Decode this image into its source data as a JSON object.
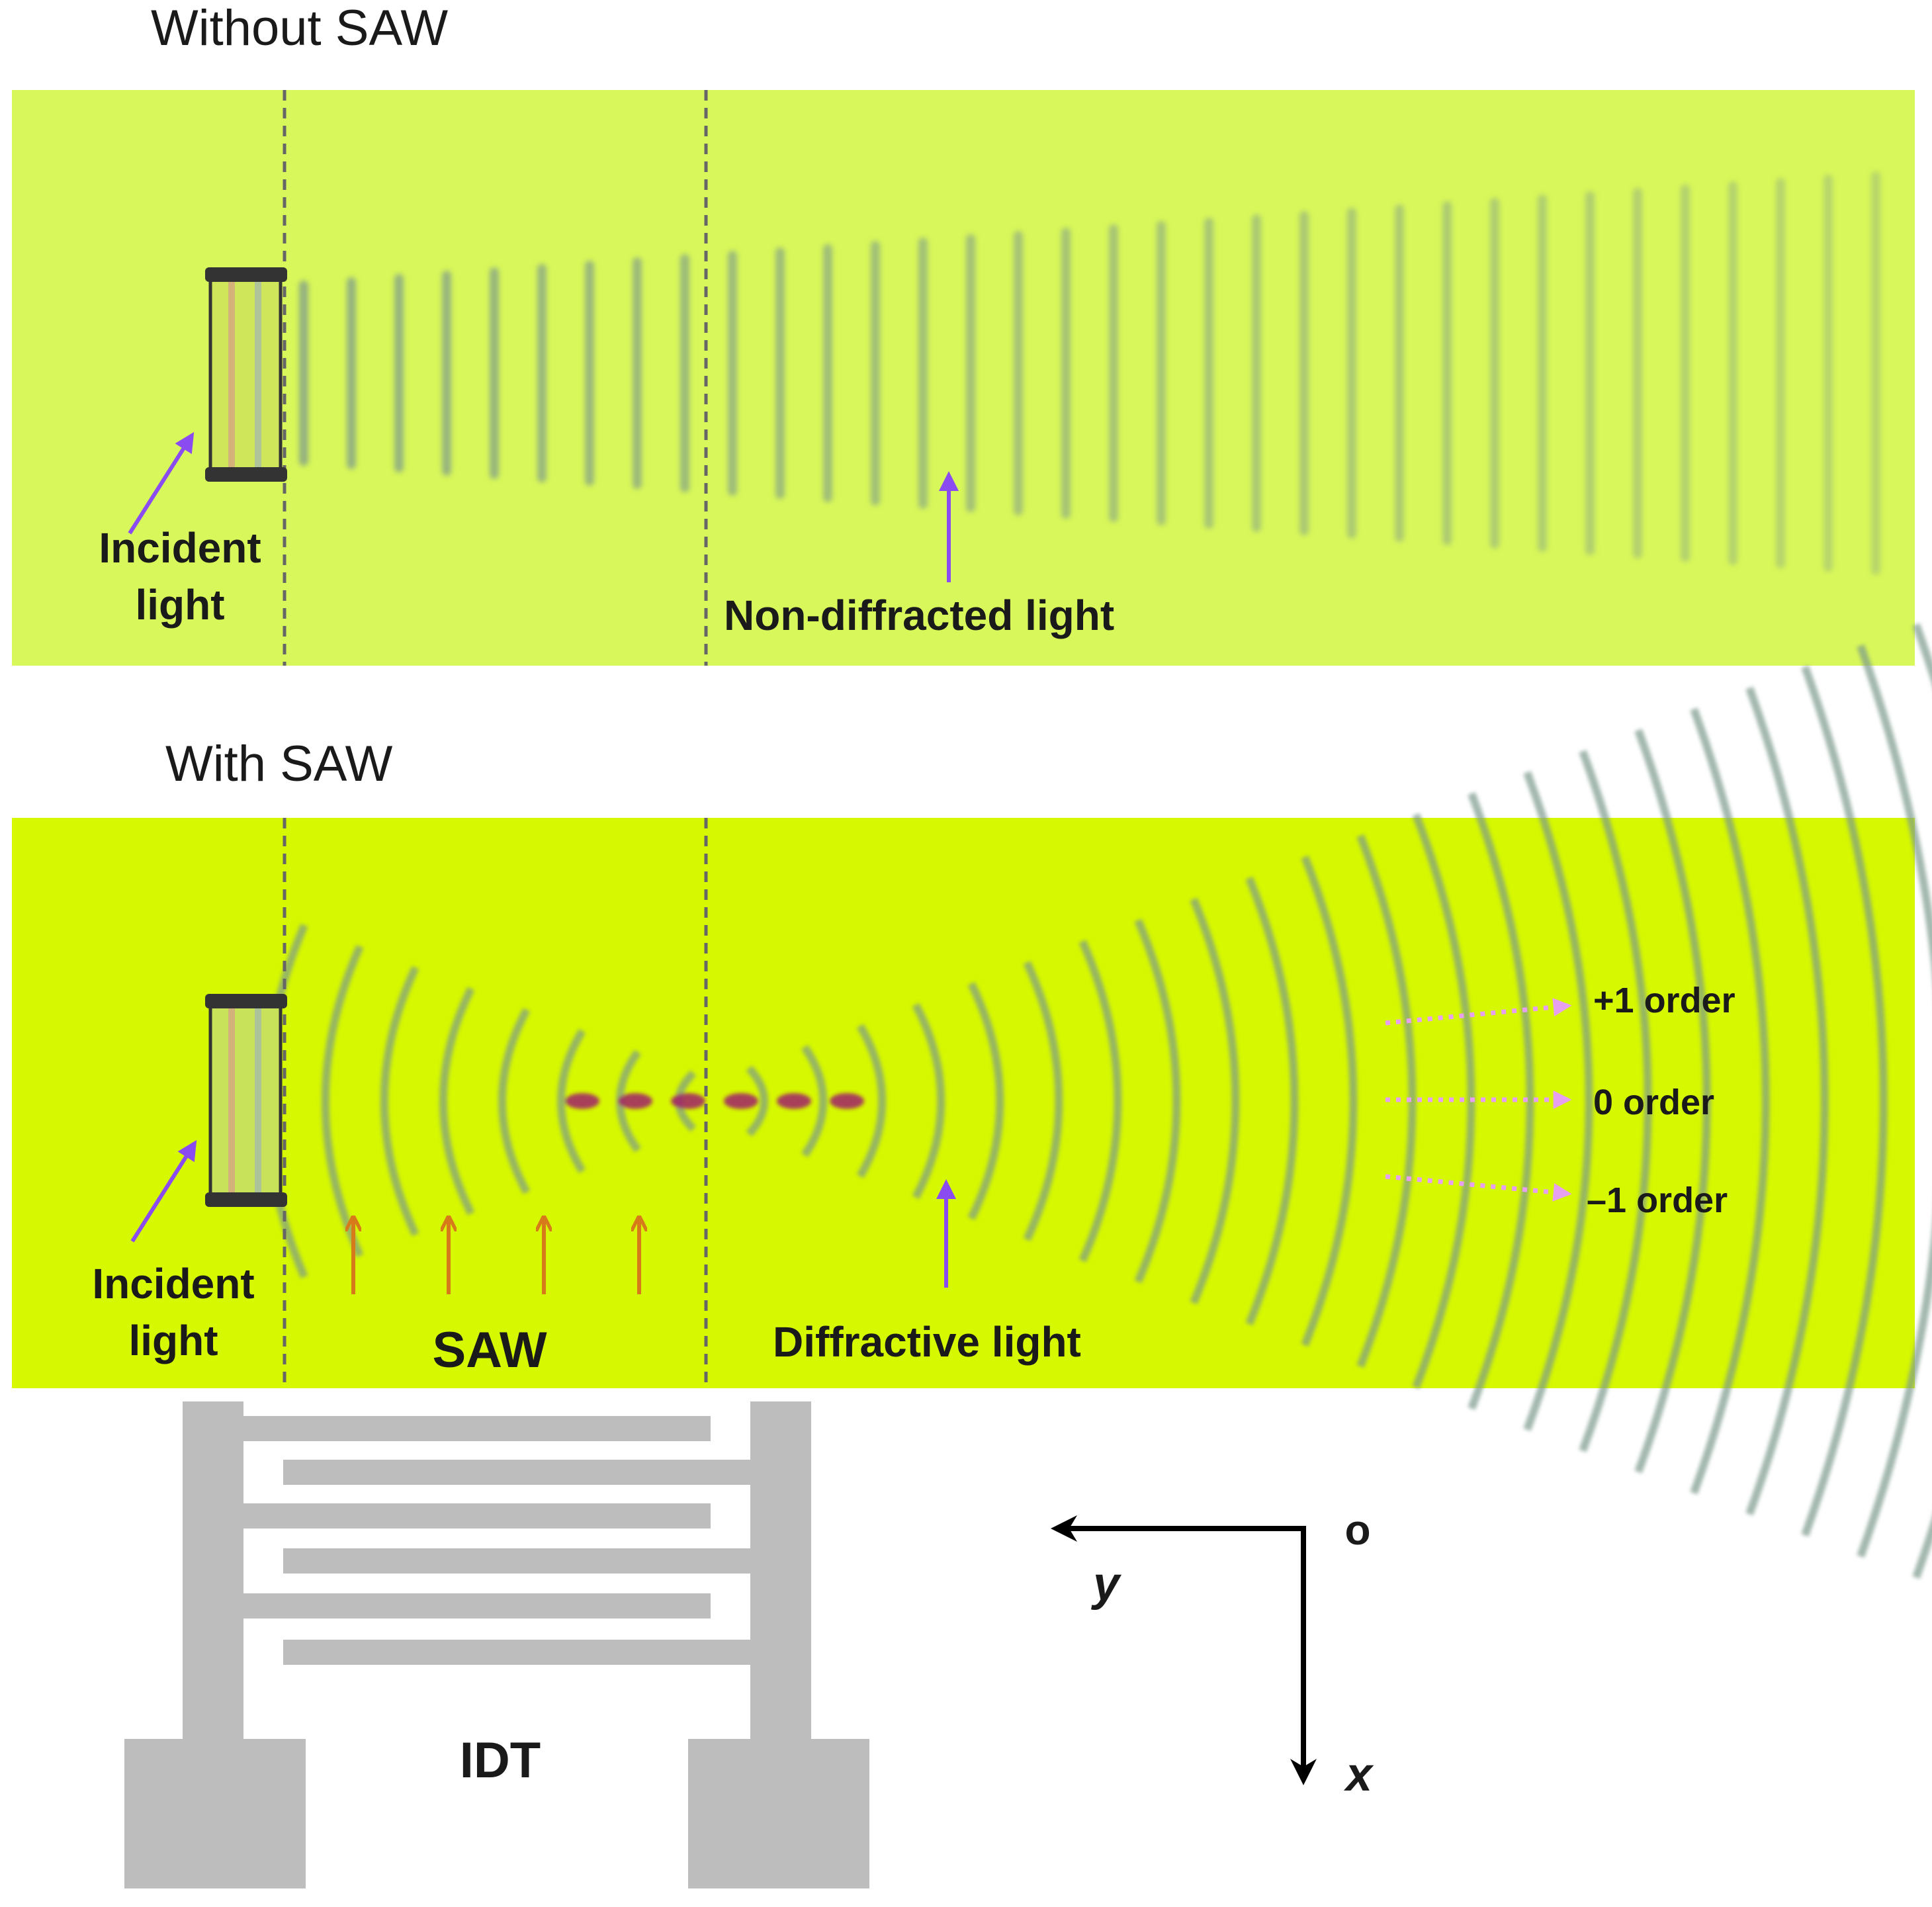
{
  "panel_without": {
    "title": "Without SAW",
    "incident_label_line1": "Incident",
    "incident_label_line2": "light",
    "wave_label": "Non-diffracted light"
  },
  "panel_with": {
    "title": "With SAW",
    "incident_label_line1": "Incident",
    "incident_label_line2": "light",
    "saw_label": "SAW",
    "wave_label": "Diffractive light",
    "orders": [
      "+1 order",
      "0 order",
      "–1 order"
    ]
  },
  "idt": {
    "label": "IDT"
  },
  "axes": {
    "origin": "o",
    "y": "y",
    "x": "x"
  },
  "colors": {
    "background_top": "#d8f75a",
    "background_bottom": "#d6f800",
    "wave": "#7c9a8c",
    "focus": "#a0206a",
    "incident_arrow": "#8a4cf0",
    "order_arrow": "#e7a0f0",
    "saw_arrow": "#d77a1a",
    "idt": "#bdbdbd"
  }
}
